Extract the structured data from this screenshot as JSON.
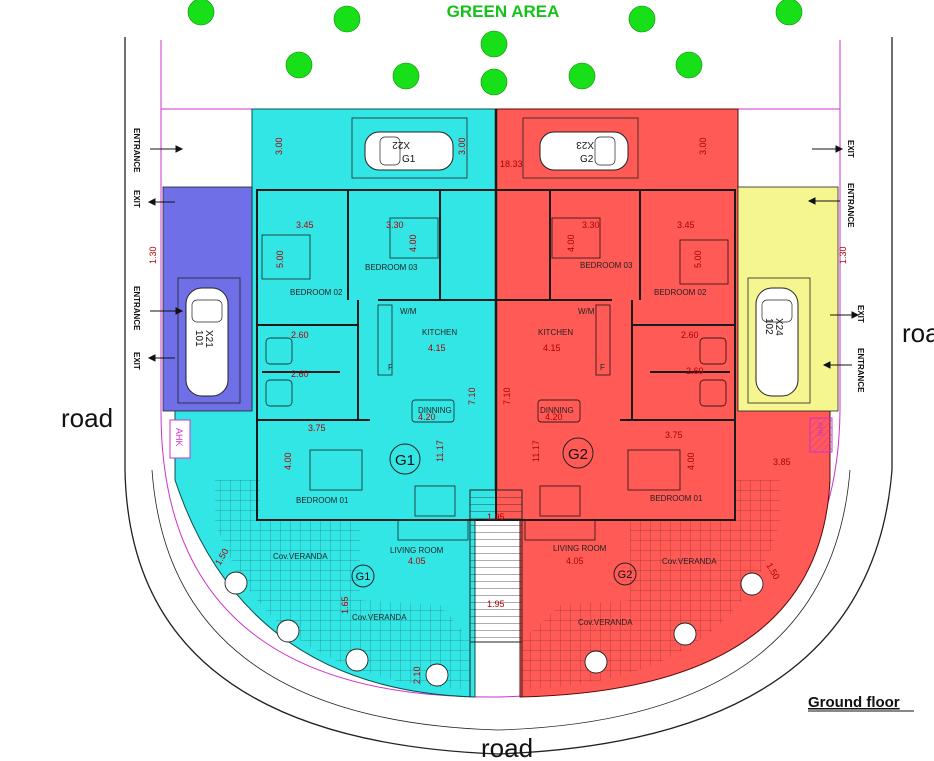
{
  "header": {
    "green_area": "GREEN AREA"
  },
  "footer": {
    "floor_title": "Ground floor"
  },
  "roads": {
    "left": "road",
    "bottom": "road",
    "right": "roa"
  },
  "side_labels": {
    "left_entrance_top": "ENTRANCE",
    "left_exit_top": "EXIT",
    "left_entrance_mid": "ENTRANCE",
    "left_exit_mid": "EXIT",
    "right_exit_top": "EXIT",
    "right_entrance_top": "ENTRANCE",
    "right_exit_mid": "EXIT",
    "right_entrance_mid": "ENTRANCE",
    "ahk_left": "AHK",
    "ahk_right": "ΑΗΚ"
  },
  "cars": {
    "x22_code": "X22",
    "x22_sub": "G1",
    "x23_code": "X23",
    "x23_sub": "G2",
    "x21_code": "X21",
    "x21_sub": "101",
    "x24_code": "X24",
    "x24_sub": "102"
  },
  "units": {
    "g1": "G1",
    "g2": "G2"
  },
  "rooms": {
    "bedroom_01": "BEDROOM 01",
    "bedroom_02": "BEDROOM 02",
    "bedroom_03": "BEDROOM 03",
    "kitchen": "KITCHEN",
    "dinning": "DINNING",
    "living_room": "LIVING ROOM",
    "cov_veranda": "Cov.VERANDA",
    "wm": "W/M",
    "fridge": "F"
  },
  "dimensions": {
    "d300": "3.00",
    "d345": "3.45",
    "d330": "3.30",
    "d400": "4.00",
    "d500": "5.00",
    "d260": "2.60",
    "d150": "1.50",
    "d375": "3.75",
    "d415": "4.15",
    "d420": "4.20",
    "d710": "7.10",
    "d1117": "11.17",
    "d405": "4.05",
    "d195": "1.95",
    "d385": "3.85",
    "d130": "1.30",
    "d165": "1.65",
    "d210": "2.10",
    "d1833": "18.33"
  },
  "colors": {
    "unit_g1": "#33e6e6",
    "unit_g2": "#ff5a55",
    "parking_left": "#6f6fe8",
    "parking_right": "#f6f690",
    "title_green": "#16c11a",
    "tree_green": "#18e018",
    "plot_line": "#cc33cc"
  }
}
